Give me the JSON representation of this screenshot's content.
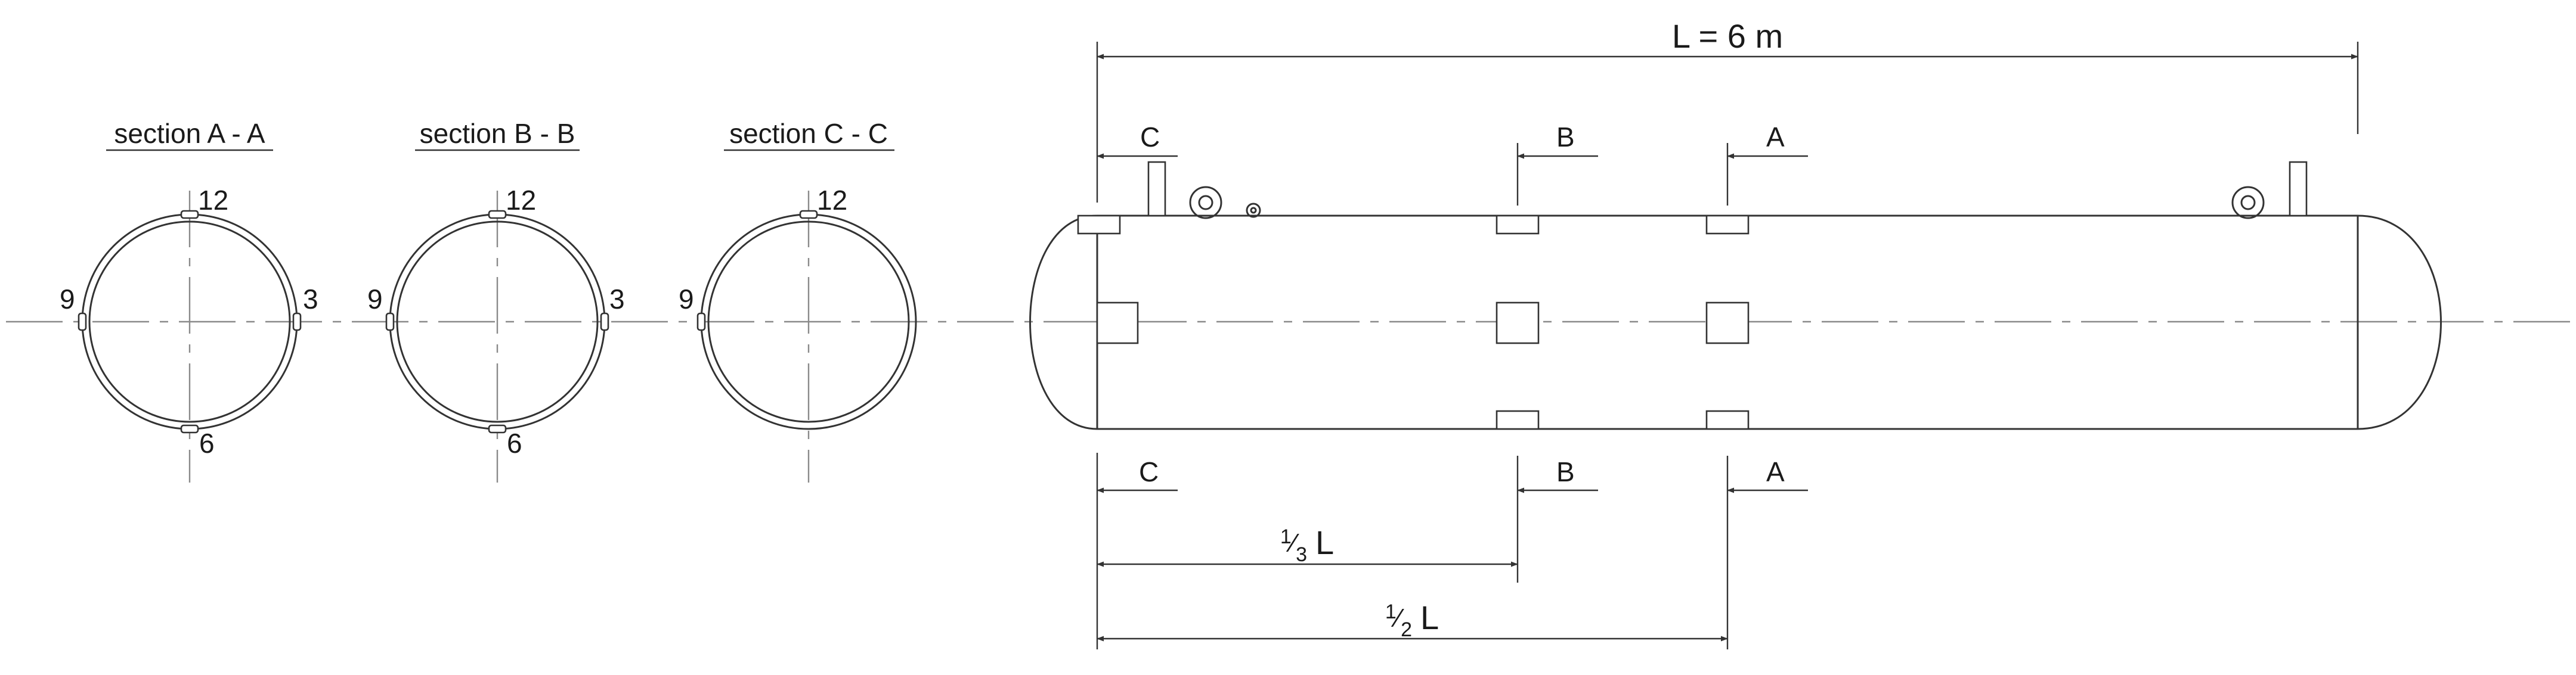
{
  "sections": [
    {
      "title": "section A - A",
      "marks": {
        "top": "12",
        "left": "9",
        "right": "3",
        "bottom": "6"
      }
    },
    {
      "title": "section B - B",
      "marks": {
        "top": "12",
        "left": "9",
        "right": "3",
        "bottom": "6"
      }
    },
    {
      "title": "section C - C",
      "marks": {
        "top": "12",
        "left": "9"
      }
    }
  ],
  "vessel": {
    "overall_length_label": "L = 6 m",
    "cut_letters": {
      "c": "C",
      "b": "B",
      "a": "A"
    },
    "dimension_third": {
      "value": "1",
      "den": "3",
      "unit": "L"
    },
    "dimension_half": {
      "value": "1",
      "den": "2",
      "unit": "L"
    }
  }
}
